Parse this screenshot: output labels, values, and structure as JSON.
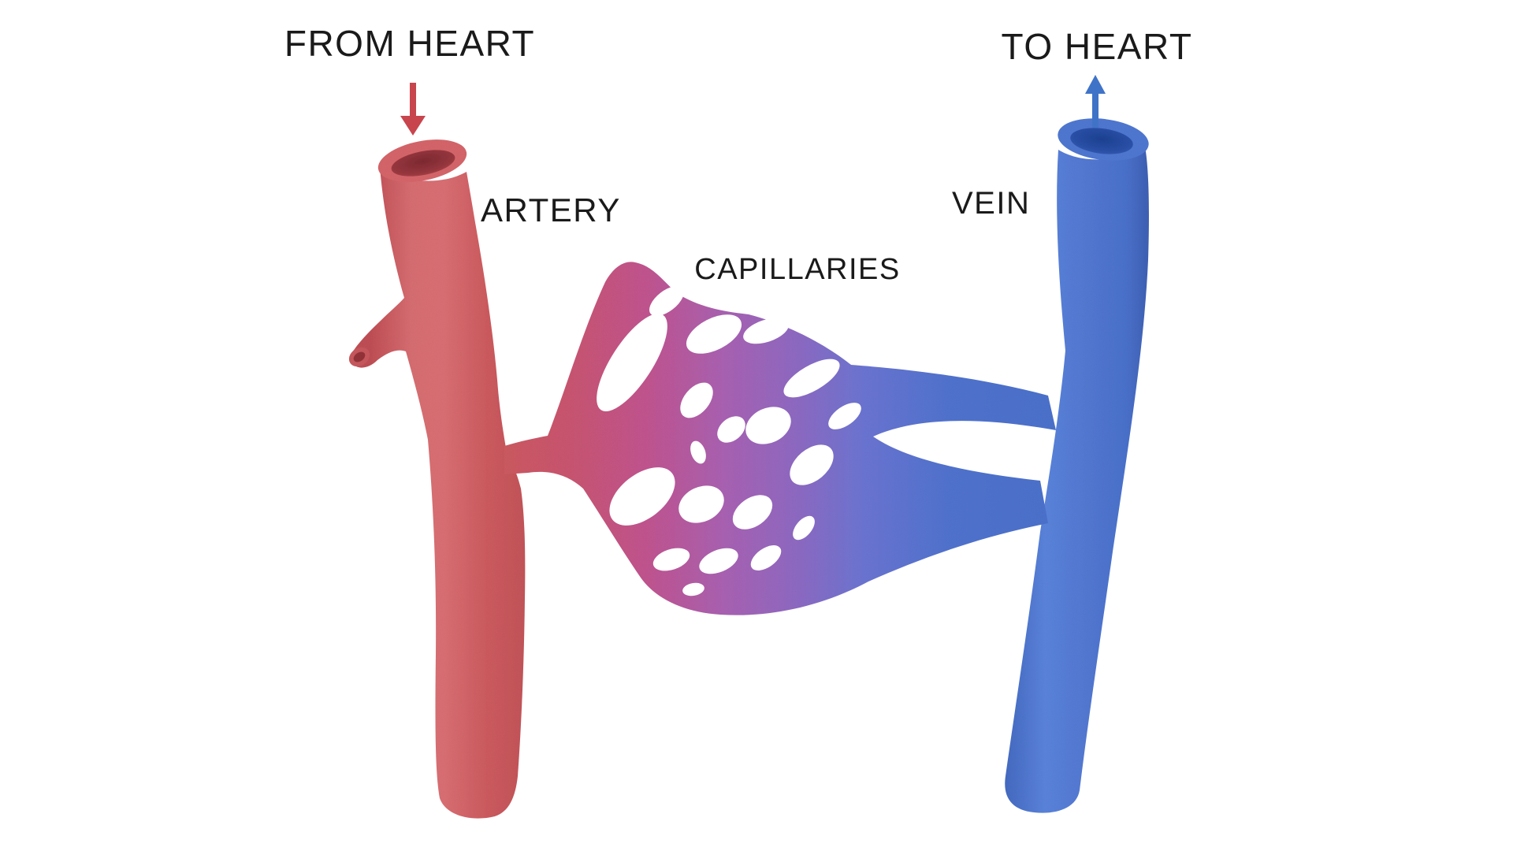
{
  "title": "Blood circulation diagram: artery, capillaries and vein",
  "labels": {
    "from_heart": "FROM HEART",
    "to_heart": "TO HEART",
    "artery": "ARTERY",
    "capillaries": "CAPILLARIES",
    "vein": "VEIN"
  },
  "flow": {
    "artery_direction": "down (blood flows from heart into artery)",
    "vein_direction": "up (blood flows from vein to heart)"
  },
  "colors": {
    "background": "#ffffff",
    "label_text": "#1a1a1a",
    "artery_red": "#cd5c60",
    "capillary_purple": "#a963b4",
    "vein_blue": "#4a72cc",
    "arrow_red": "#c8454e",
    "arrow_blue": "#3f73c8"
  }
}
